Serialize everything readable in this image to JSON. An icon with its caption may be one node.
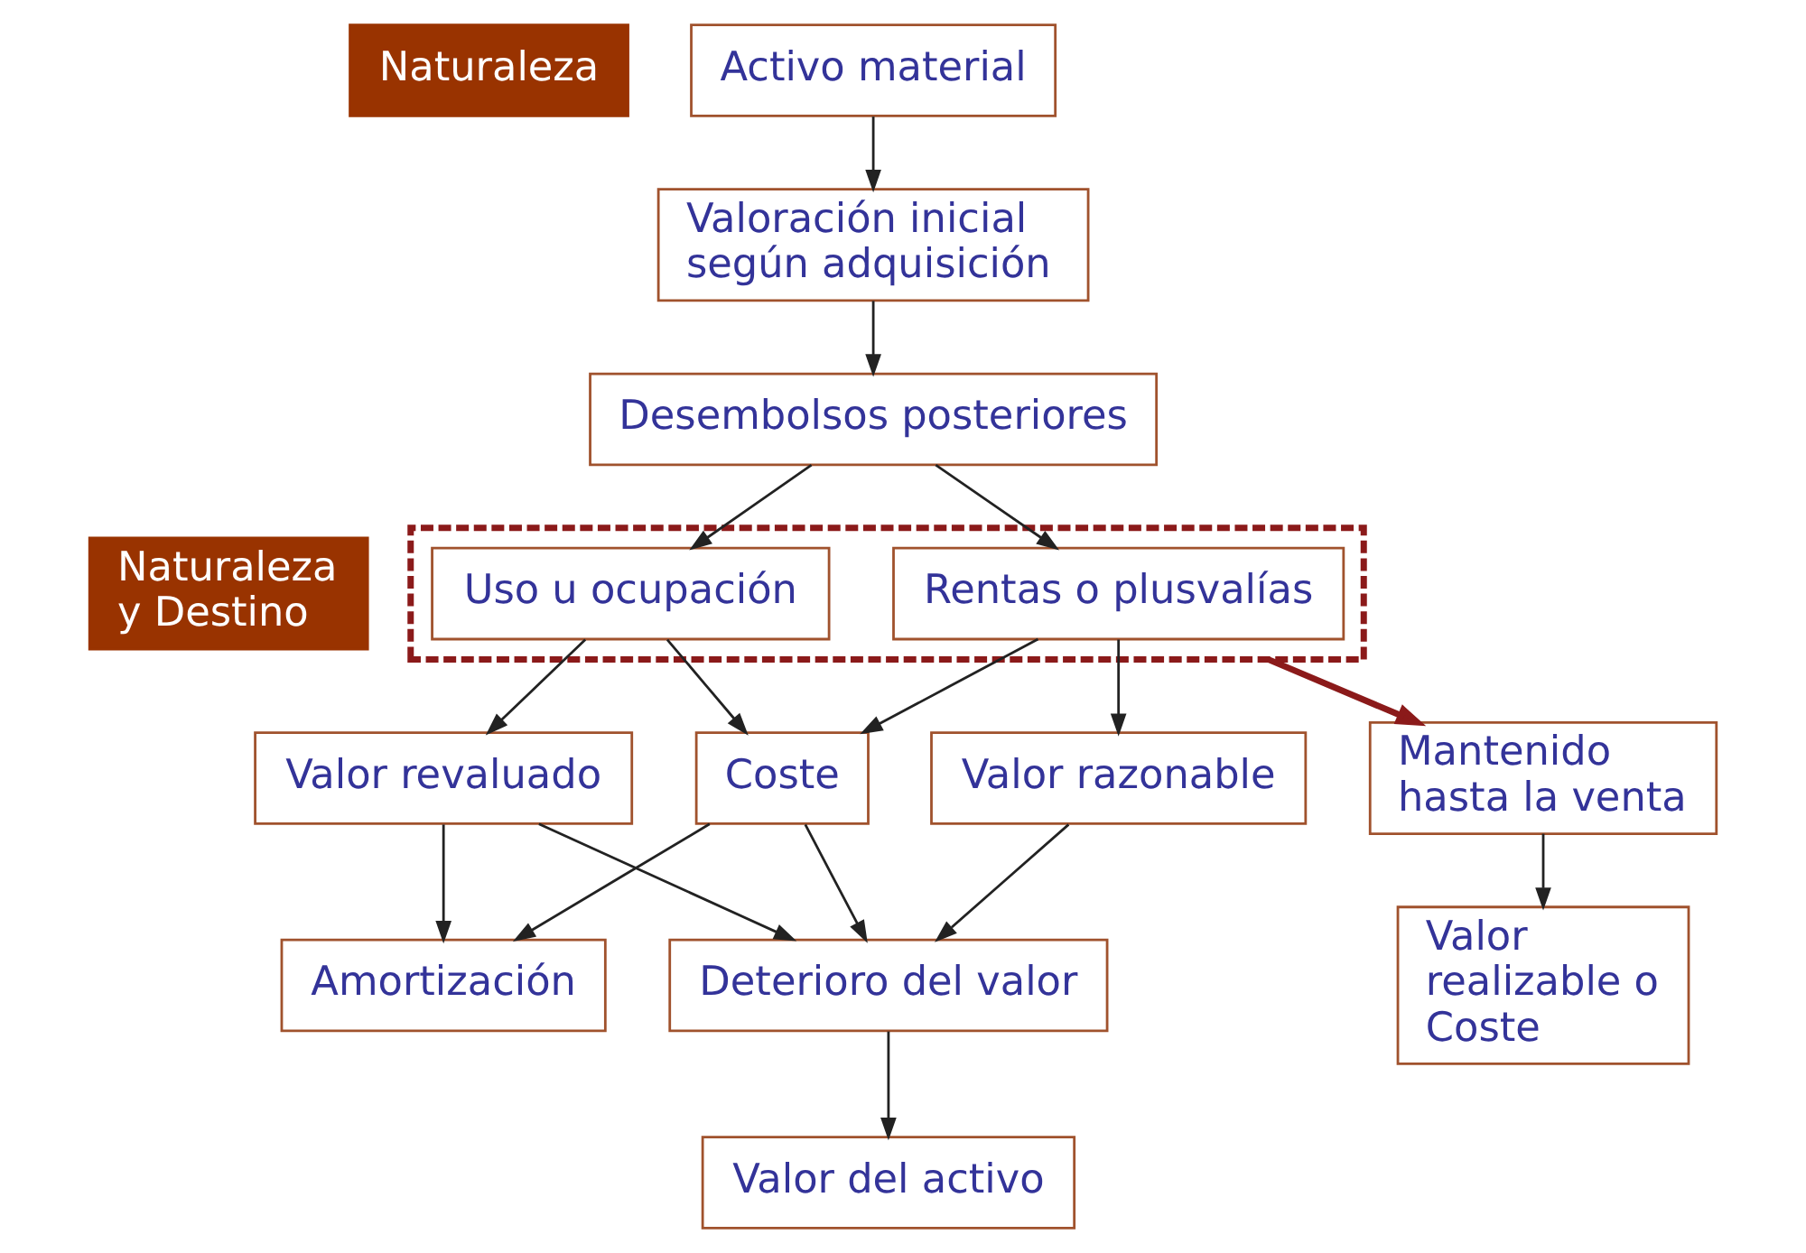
{
  "diagram": {
    "nodes": [
      {
        "text": [
          "Naturaleza"
        ]
      },
      {
        "text": [
          "Naturaleza y Destino"
        ]
      },
      {
        "text": [
          "Activo material"
        ]
      },
      {
        "text": [
          "Valoración inicial según adquisición"
        ]
      },
      {
        "text": [
          "Desembolsos posteriores"
        ]
      },
      {
        "text": [],
        "shape": "box"
      },
      {
        "text": [
          "Uso u ocupación"
        ],
        "in": 5
      },
      {
        "text": [
          "Rentas o plusvalías"
        ],
        "in": 5
      },
      {
        "text": [
          "Mantenido hasta la venta"
        ]
      },
      {
        "text": [
          "Valor revaluado"
        ]
      },
      {
        "text": [
          "Coste"
        ]
      },
      {
        "text": [
          "Valor razonable"
        ]
      },
      {
        "text": [
          "Amortización"
        ]
      },
      {
        "text": [
          "Valor realizable o Coste"
        ]
      },
      {
        "text": [
          "Deterioro del valor"
        ]
      },
      {
        "text": [
          "Valor del activo"
        ]
      }
    ],
    "edges": [
      {
        "from": 2,
        "to": 3,
        "arrow": "to"
      },
      {
        "from": 3,
        "to": 4,
        "arrow": "to"
      },
      {
        "from": 4,
        "to": 6,
        "arrow": "to"
      },
      {
        "from": 4,
        "to": 7,
        "arrow": "to"
      },
      {
        "from": 5,
        "to": 8,
        "arrow": "to",
        "style": "thick",
        "color": "#8b1a1a"
      },
      {
        "from": 6,
        "to": 9,
        "arrow": "to"
      },
      {
        "from": 6,
        "to": 10,
        "arrow": "to"
      },
      {
        "from": 7,
        "to": 10,
        "arrow": "to"
      },
      {
        "from": 7,
        "to": 11,
        "arrow": "to"
      },
      {
        "from": 9,
        "to": 12,
        "arrow": "to"
      },
      {
        "from": 10,
        "to": 12,
        "arrow": "to"
      },
      {
        "from": 8,
        "to": 13,
        "arrow": "to"
      },
      {
        "from": 9,
        "to": 14,
        "arrow": "to"
      },
      {
        "from": 10,
        "to": 14,
        "arrow": "to"
      },
      {
        "from": 11,
        "to": 14,
        "arrow": "to"
      },
      {
        "from": 14,
        "to": 15,
        "arrow": "to"
      }
    ]
  }
}
